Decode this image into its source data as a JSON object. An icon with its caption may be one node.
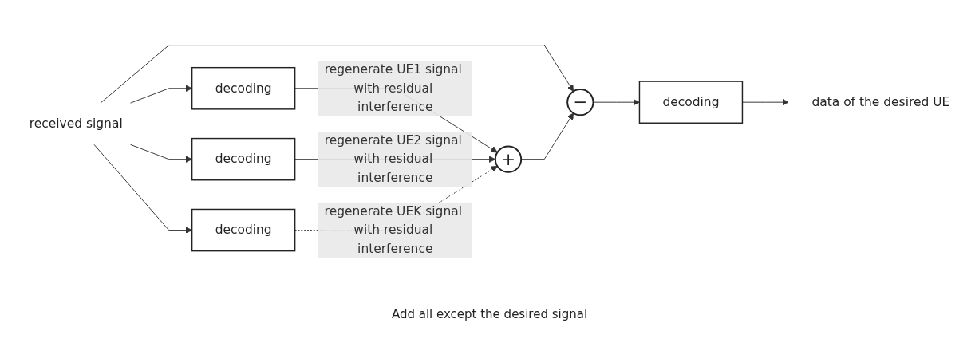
{
  "diagram": {
    "nodes": [
      {
        "text": [
          "received signal"
        ]
      },
      {
        "text": [
          "decoding"
        ]
      },
      {
        "text": [
          "decoding"
        ]
      },
      {
        "text": [
          "decoding"
        ]
      },
      {
        "text": [
          "+"
        ]
      },
      {
        "text": [
          "−"
        ]
      },
      {
        "text": [
          "decoding"
        ]
      },
      {
        "text": [
          "data of the desired UE"
        ]
      }
    ],
    "edges": [
      {
        "from": 0,
        "to": 1,
        "arrow": "to"
      },
      {
        "from": 0,
        "to": 2,
        "arrow": "to"
      },
      {
        "from": 0,
        "to": 3,
        "arrow": "to"
      },
      {
        "from": 0,
        "to": 5,
        "arrow": "to"
      },
      {
        "from": 1,
        "to": 4,
        "arrow": "to",
        "label": "regenerate UE1 signal with residual interference"
      },
      {
        "from": 2,
        "to": 4,
        "arrow": "to",
        "label": "regenerate UE2 signal with residual interference"
      },
      {
        "from": 3,
        "to": 4,
        "arrow": "to",
        "label": "regenerate UEK signal with residual interference",
        "style": "dashed"
      },
      {
        "from": 4,
        "to": 5,
        "arrow": "to"
      },
      {
        "from": 5,
        "to": 6,
        "arrow": "to"
      },
      {
        "from": 6,
        "to": 7,
        "arrow": "to"
      }
    ],
    "labels": [
      "Add all except the desired signal"
    ]
  }
}
